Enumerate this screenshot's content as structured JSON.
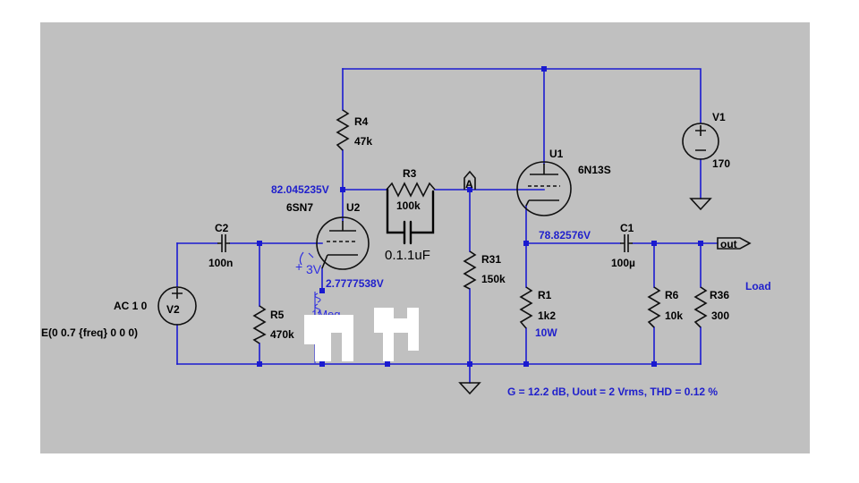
{
  "colors": {
    "background": "#c0c0c0",
    "wire": "#1a1ad0",
    "component": "#101010",
    "annotation": "#1f1fcc",
    "page": "#ffffff"
  },
  "components": {
    "r4": {
      "name": "R4",
      "value": "47k"
    },
    "r3": {
      "name": "R3",
      "value": "100k"
    },
    "r31": {
      "name": "R31",
      "value": "150k"
    },
    "r1": {
      "name": "R1",
      "value": "1k2",
      "power": "10W"
    },
    "r5": {
      "name": "R5",
      "value": "470k"
    },
    "r6": {
      "name": "R6",
      "value": "10k"
    },
    "r36": {
      "name": "R36",
      "value": "300"
    },
    "c1": {
      "name": "C1",
      "value": "100µ"
    },
    "c2": {
      "name": "C2",
      "value": "100n"
    },
    "cap_added": {
      "value": "0.1.1uF"
    },
    "u1": {
      "name": "U1",
      "model": "6N13S"
    },
    "u2": {
      "name": "U2",
      "model": "6SN7"
    },
    "v1": {
      "name": "V1",
      "value": "170"
    },
    "v2": {
      "name": "V2",
      "ac": "AC 1 0",
      "expr": "E(0 0.7 {freq} 0 0 0)"
    }
  },
  "nodes": {
    "u2_plate_voltage": "82.045235V",
    "u2_cathode_voltage": "2.7777538V",
    "u1_cathode_voltage": "78.82576V",
    "out_label": "out",
    "node_a": "A"
  },
  "annotations": {
    "load": "Load",
    "summary": "G = 12.2 dB, Uout = 2 Vrms, THD = 0.12 %",
    "hand_3v": "3V",
    "hand_plus": "+",
    "hand_1meg": "1Meg"
  },
  "icons": [
    "resistor-icon",
    "capacitor-icon",
    "triode-icon",
    "voltage-source-icon",
    "ground-icon"
  ]
}
